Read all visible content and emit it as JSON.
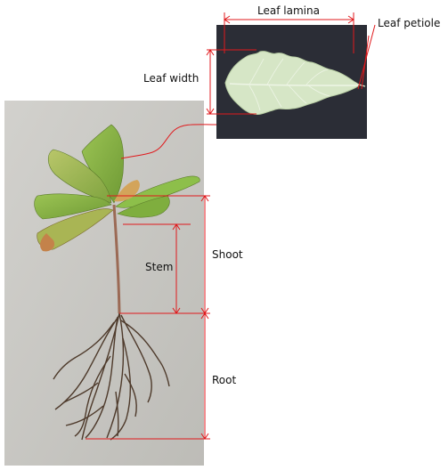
{
  "labels": {
    "leaf_lamina": "Leaf lamina",
    "leaf_petiole": "Leaf petiole",
    "leaf_width": "Leaf width",
    "shoot": "Shoot",
    "stem": "Stem",
    "root": "Root"
  },
  "colors": {
    "annotation": "#e0191c",
    "photo_background": "#c9c8c4",
    "leaf_photo_background": "#2b2d36",
    "leaf_green": "#8fb94a",
    "leaf_underside": "#d6e6c6",
    "root_brown": "#5a4433"
  }
}
